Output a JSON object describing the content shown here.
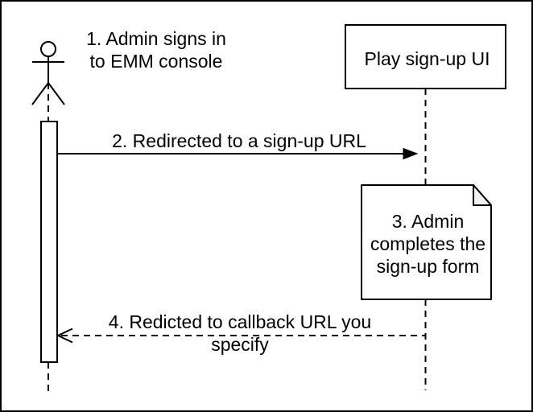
{
  "diagram": {
    "type": "uml-sequence-diagram",
    "actor": {
      "label": "1. Admin signs in\nto EMM console"
    },
    "participant": {
      "label": "Play sign-up UI"
    },
    "messages": [
      {
        "label": "2. Redirected to a sign-up URL",
        "line_style": "solid",
        "arrowhead": "filled",
        "direction": "left-to-right"
      },
      {
        "label": "4. Redicted to callback URL you specify",
        "line_style": "dashed",
        "arrowhead": "open",
        "direction": "right-to-left"
      }
    ],
    "note": {
      "label": "3. Admin\ncompletes the\nsign-up form"
    },
    "colors": {
      "stroke": "#000000",
      "shape_fill": "#ffffff",
      "note_fold_fill": "#f2f2f2",
      "background": "#ffffff"
    }
  }
}
